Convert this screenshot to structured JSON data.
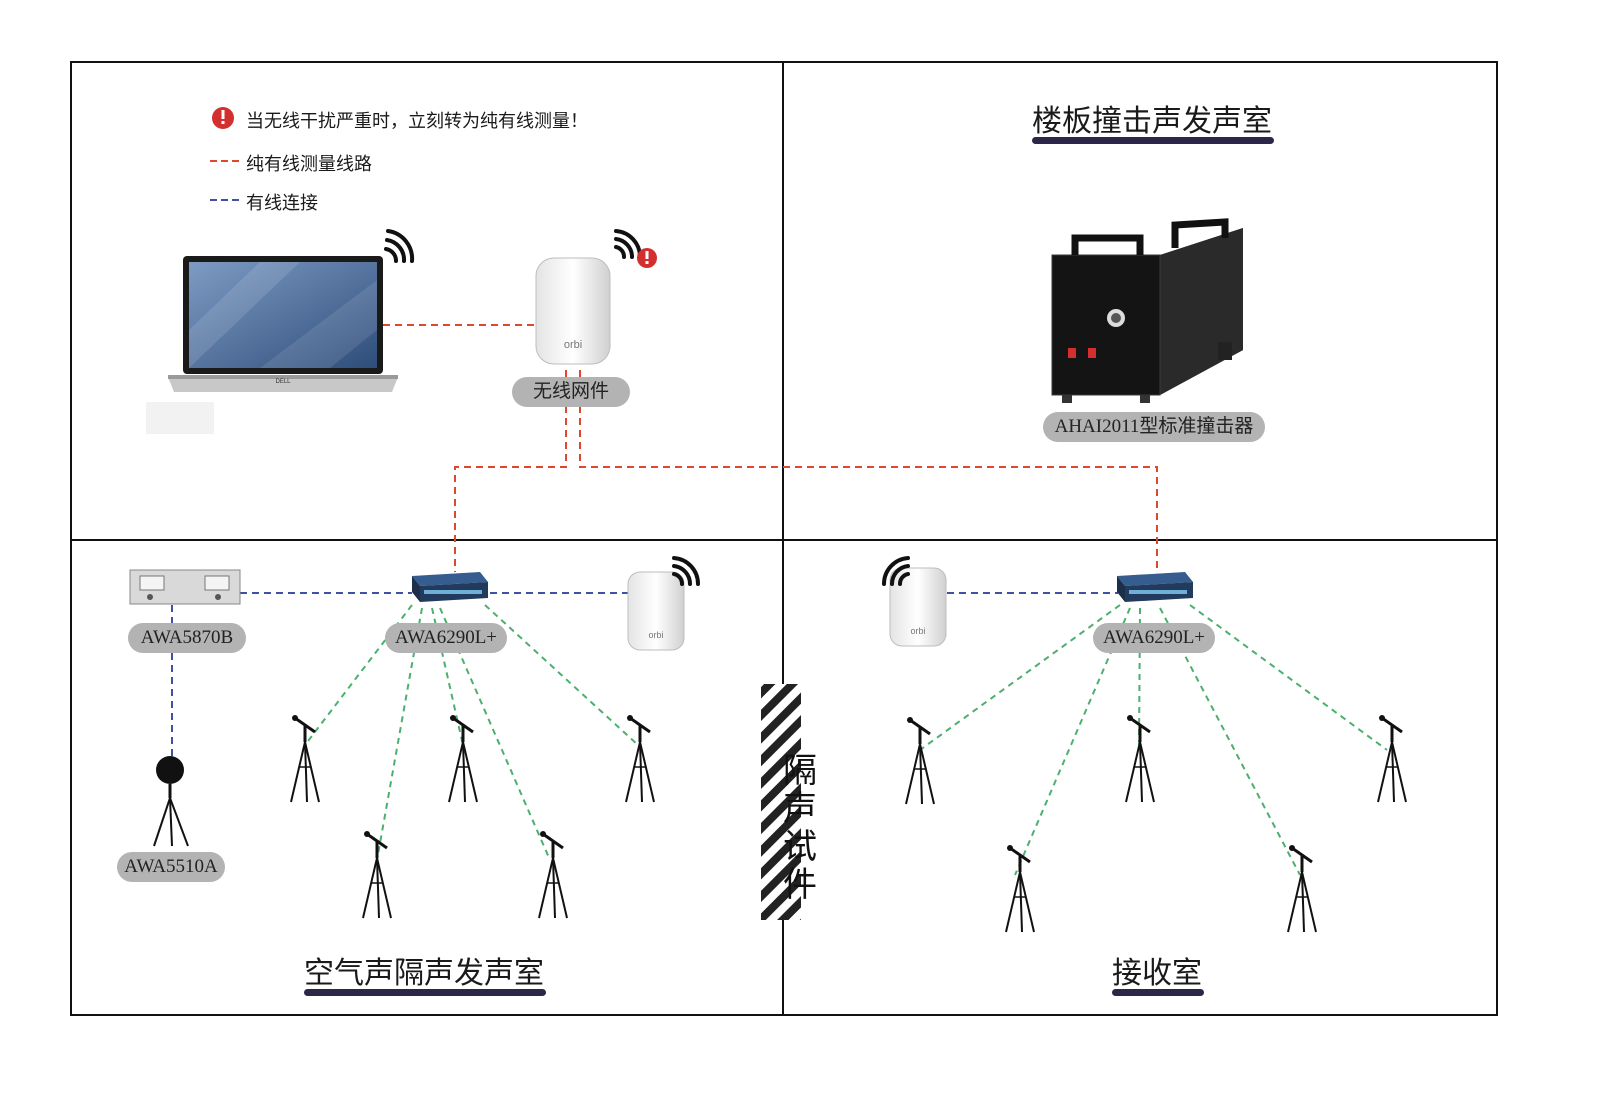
{
  "legend": {
    "warning_text": "当无线干扰严重时，立刻转为纯有线测量！",
    "wired_only_route": "纯有线测量线路",
    "wired_connection": "有线连接",
    "wired_only_color": "#e0482e",
    "wired_color": "#3f51a3",
    "wireless_color": "#4caf6e"
  },
  "rooms": {
    "floor_impact_source": "楼板撞击声发声室",
    "airborne_source": "空气声隔声发声室",
    "receiving": "接收室",
    "specimen": "隔声试件"
  },
  "devices": {
    "wireless_unit": "无线网件",
    "tapping_machine": "AHAI2011型标准撞击器",
    "amplifier": "AWA5870B",
    "analyzer_left": "AWA6290L+",
    "analyzer_right": "AWA6290L+",
    "sound_source": "AWA5510A",
    "laptop_brand": "DELL",
    "router_brand": "orbi"
  },
  "icons": [
    "warning-icon",
    "wifi-icon",
    "laptop-icon",
    "router-icon",
    "tapping-machine-icon",
    "amplifier-icon",
    "analyzer-icon",
    "microphone-tripod-icon",
    "dodecahedron-speaker-icon"
  ]
}
